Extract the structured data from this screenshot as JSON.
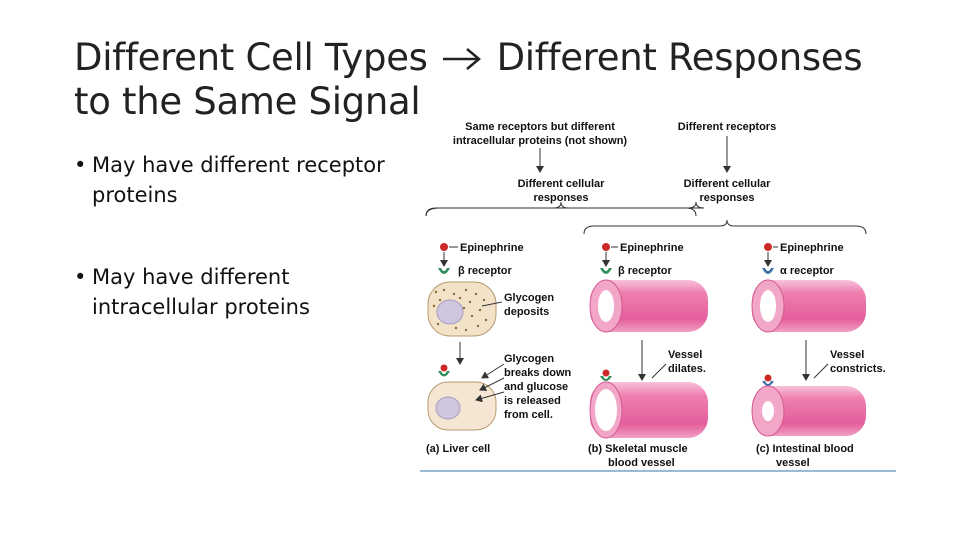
{
  "slide": {
    "title_part1": "Different Cell Types",
    "title_part2": "Different Responses to the Same Signal",
    "bullets": [
      "May have different receptor proteins",
      "May have different intracellular proteins"
    ]
  },
  "figure": {
    "header_left_line1": "Same receptors but different",
    "header_left_line2": "intracellular proteins (not shown)",
    "header_right": "Different receptors",
    "mid_left_line1": "Different cellular",
    "mid_left_line2": "responses",
    "mid_right_line1": "Different cellular",
    "mid_right_line2": "responses",
    "epinephrine": "Epinephrine",
    "beta_receptor": "β receptor",
    "alpha_receptor": "α receptor",
    "glycogen_deposits_1": "Glycogen",
    "glycogen_deposits_2": "deposits",
    "breakdown_1": "Glycogen",
    "breakdown_2": "breaks down",
    "breakdown_3": "and glucose",
    "breakdown_4": "is released",
    "breakdown_5": "from cell.",
    "dilates_1": "Vessel",
    "dilates_2": "dilates.",
    "constricts_1": "Vessel",
    "constricts_2": "constricts.",
    "caption_a": "(a) Liver cell",
    "caption_b1": "(b) Skeletal muscle",
    "caption_b2": "blood vessel",
    "caption_c1": "(c) Intestinal blood",
    "caption_c2": "vessel",
    "colors": {
      "vessel_pink": "#ee7fb0",
      "vessel_light": "#f7c2da",
      "receptor_green": "#2f8f5a",
      "receptor_blue": "#3d6fa8",
      "ligand_red": "#cc2a2a",
      "cell_tan": "#f2e2c8"
    }
  }
}
